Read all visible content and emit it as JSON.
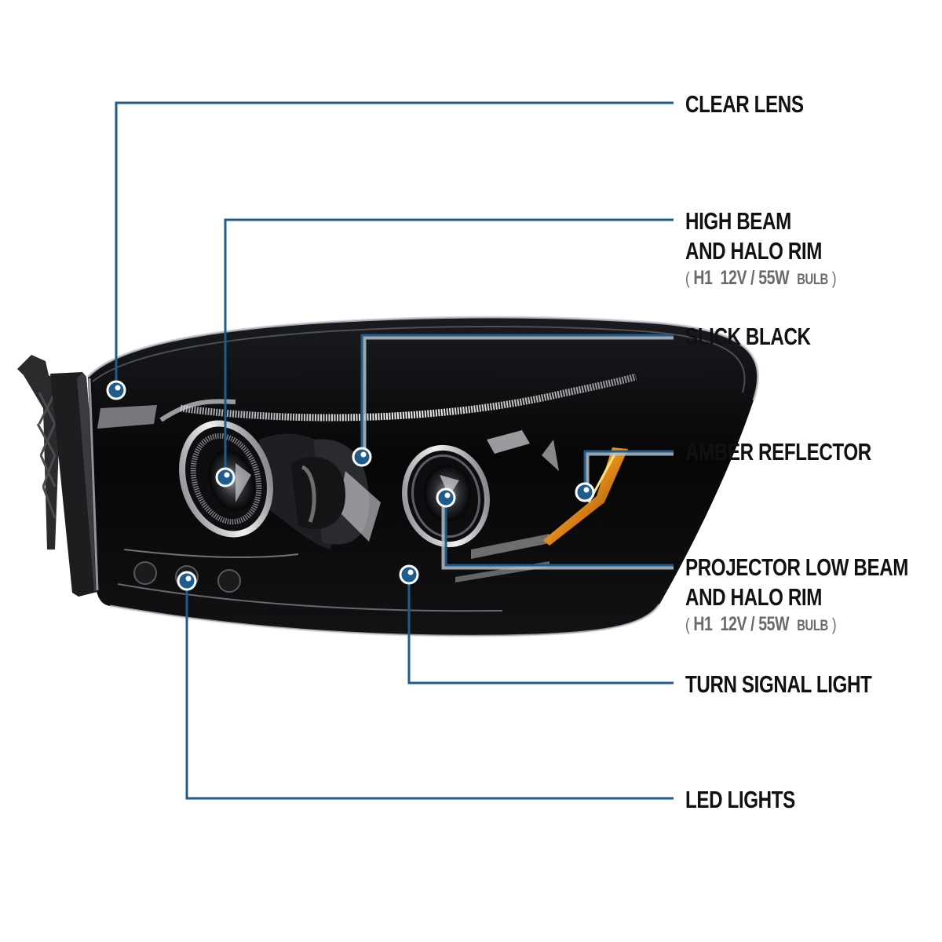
{
  "diagram": {
    "subject": "Slick black projector headlight with halo rims",
    "colors": {
      "background": "#ffffff",
      "callout_line": "#1f5c8b",
      "callout_line_shadow": "#b9bec4",
      "marker_fill": "#1f5c8b",
      "marker_ring": "#ffffff",
      "label_text": "#111111",
      "spec_text": "#6a6a6a",
      "housing": "#0b0b0d",
      "amber": "#e08a1a"
    },
    "callouts": [
      {
        "id": "clear-lens",
        "lines": [
          "CLEAR LENS"
        ],
        "spec": null
      },
      {
        "id": "high-beam",
        "lines": [
          "HIGH BEAM",
          "AND HALO RIM"
        ],
        "spec": {
          "open": "(",
          "bulb": "H1",
          "rating": "12V / 55W",
          "unit": "BULB",
          "close": ")"
        }
      },
      {
        "id": "slick-black",
        "lines": [
          "SLICK BLACK"
        ],
        "spec": null
      },
      {
        "id": "amber-reflector",
        "lines": [
          "AMBER REFLECTOR"
        ],
        "spec": null
      },
      {
        "id": "projector-low-beam",
        "lines": [
          "PROJECTOR LOW BEAM",
          "AND HALO RIM"
        ],
        "spec": {
          "open": "(",
          "bulb": "H1",
          "rating": "12V / 55W",
          "unit": "BULB",
          "close": ")"
        }
      },
      {
        "id": "turn-signal",
        "lines": [
          "TURN SIGNAL LIGHT"
        ],
        "spec": null
      },
      {
        "id": "led-lights",
        "lines": [
          "LED LIGHTS"
        ],
        "spec": null
      }
    ]
  }
}
